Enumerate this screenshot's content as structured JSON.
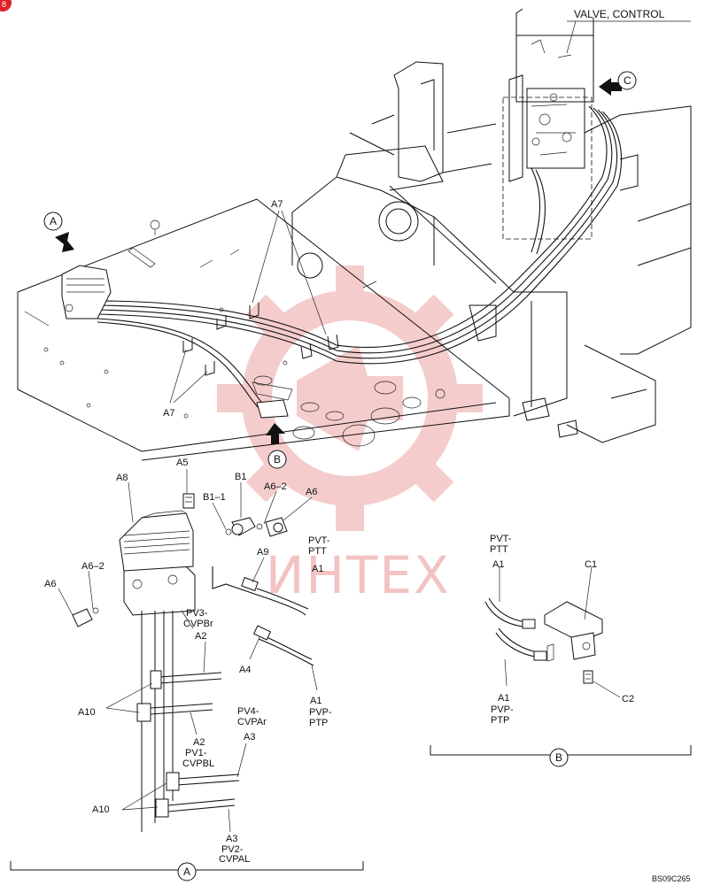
{
  "header": {
    "valve_label": "VALVE, CONTROL"
  },
  "callouts": {
    "a": "A",
    "b": "B",
    "c": "C"
  },
  "labels": {
    "a7": "A7",
    "a8": "A8",
    "a5": "A5",
    "b1": "B1",
    "b1_1": "B1–1",
    "a6_2": "A6–2",
    "a6": "A6",
    "a9": "A9",
    "a1": "A1",
    "a2": "A2",
    "a3": "A3",
    "a4": "A4",
    "a10": "A10",
    "c1": "C1",
    "c2": "C2"
  },
  "port_codes": {
    "pvt_1": "PVT-",
    "ptt_1": "PTT",
    "pv3_1": "PV3-",
    "cvpbr_1": "CVPBr",
    "pv4_1": "PV4-",
    "cvpar_1": "CVPAr",
    "pvp_1": "PVP-",
    "ptp_1": "PTP",
    "pv1_1": "PV1-",
    "cvpbl_1": "CVPBL",
    "pv2_1": "PV2-",
    "cvpal_1": "CVPAL"
  },
  "watermark": {
    "text": "ИНТЕХ"
  },
  "footer": {
    "code": "BS09C265"
  },
  "corner_badge": {
    "text": "8"
  },
  "colors": {
    "line": "#111111",
    "watermark": "#f2b8b8",
    "badge": "#e0202a"
  }
}
